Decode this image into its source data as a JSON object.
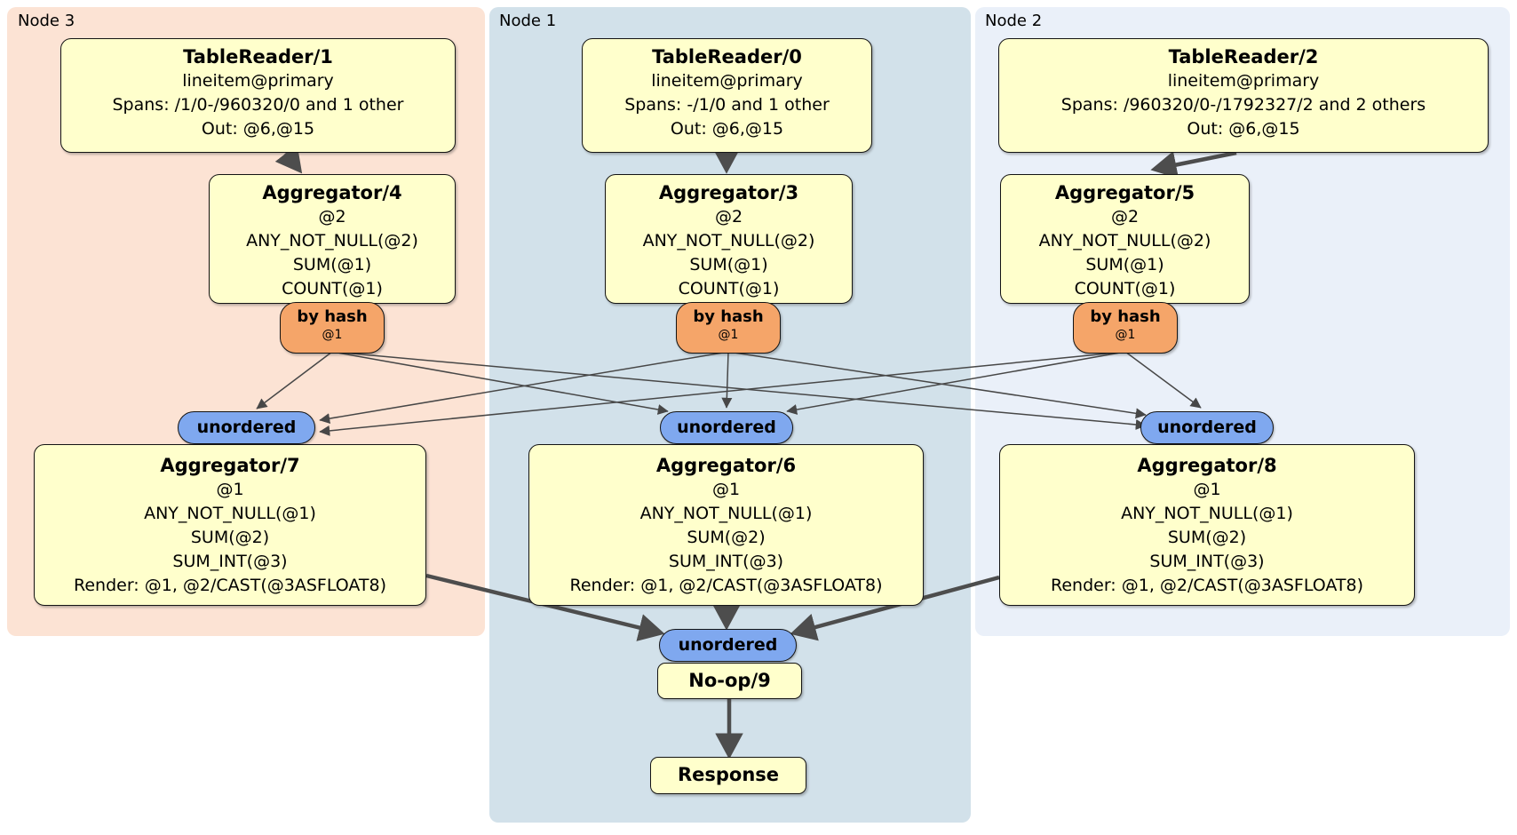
{
  "colors": {
    "canvas_bg": "#ffffff",
    "node3_bg": "#fce3d4",
    "node1_bg": "#d2e1ea",
    "node2_bg": "#eaf0f9",
    "box_bg": "#ffffcc",
    "router_bg": "#f5a569",
    "sync_bg": "#7fa8ef",
    "edge": "#474747"
  },
  "groups": {
    "node3": {
      "label": "Node 3"
    },
    "node1": {
      "label": "Node 1"
    },
    "node2": {
      "label": "Node 2"
    }
  },
  "processors": {
    "tablereader1": {
      "title": "TableReader/1",
      "lines": [
        "lineitem@primary",
        "Spans: /1/0-/960320/0 and 1 other",
        "Out: @6,@15"
      ]
    },
    "tablereader0": {
      "title": "TableReader/0",
      "lines": [
        "lineitem@primary",
        "Spans: -/1/0 and 1 other",
        "Out: @6,@15"
      ]
    },
    "tablereader2": {
      "title": "TableReader/2",
      "lines": [
        "lineitem@primary",
        "Spans: /960320/0-/1792327/2 and 2 others",
        "Out: @6,@15"
      ]
    },
    "aggregator4": {
      "title": "Aggregator/4",
      "lines": [
        "@2",
        "ANY_NOT_NULL(@2)",
        "SUM(@1)",
        "COUNT(@1)"
      ]
    },
    "aggregator3": {
      "title": "Aggregator/3",
      "lines": [
        "@2",
        "ANY_NOT_NULL(@2)",
        "SUM(@1)",
        "COUNT(@1)"
      ]
    },
    "aggregator5": {
      "title": "Aggregator/5",
      "lines": [
        "@2",
        "ANY_NOT_NULL(@2)",
        "SUM(@1)",
        "COUNT(@1)"
      ]
    },
    "aggregator7": {
      "title": "Aggregator/7",
      "lines": [
        "@1",
        "ANY_NOT_NULL(@1)",
        "SUM(@2)",
        "SUM_INT(@3)",
        "Render: @1, @2/CAST(@3ASFLOAT8)"
      ]
    },
    "aggregator6": {
      "title": "Aggregator/6",
      "lines": [
        "@1",
        "ANY_NOT_NULL(@1)",
        "SUM(@2)",
        "SUM_INT(@3)",
        "Render: @1, @2/CAST(@3ASFLOAT8)"
      ]
    },
    "aggregator8": {
      "title": "Aggregator/8",
      "lines": [
        "@1",
        "ANY_NOT_NULL(@1)",
        "SUM(@2)",
        "SUM_INT(@3)",
        "Render: @1, @2/CAST(@3ASFLOAT8)"
      ]
    },
    "noop9": {
      "title": "No-op/9"
    },
    "response": {
      "title": "Response"
    }
  },
  "routers": {
    "node3": {
      "label": "by hash",
      "detail": "@1"
    },
    "node1": {
      "label": "by hash",
      "detail": "@1"
    },
    "node2": {
      "label": "by hash",
      "detail": "@1"
    }
  },
  "syncs": {
    "node3": {
      "label": "unordered"
    },
    "node1": {
      "label": "unordered"
    },
    "node2": {
      "label": "unordered"
    },
    "final": {
      "label": "unordered"
    }
  }
}
